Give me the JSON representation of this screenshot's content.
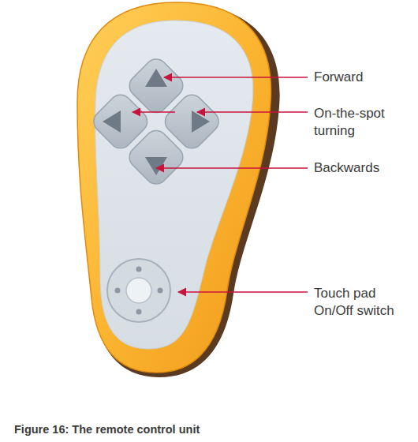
{
  "diagram": {
    "caption": "Figure 16: The remote control unit",
    "labels": [
      "Forward",
      "On-the-spot turning",
      "Backwards",
      "Touch pad On/Off switch"
    ]
  }
}
